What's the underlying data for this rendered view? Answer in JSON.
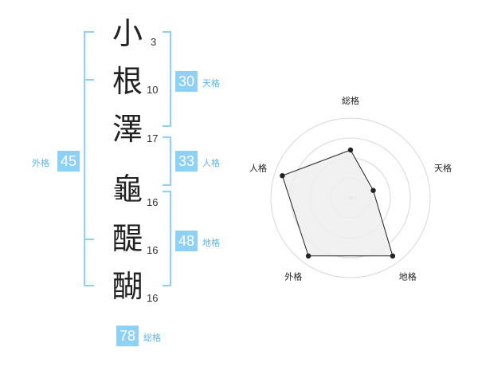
{
  "name": {
    "characters": [
      {
        "char": "小",
        "strokes": "3"
      },
      {
        "char": "根",
        "strokes": "10"
      },
      {
        "char": "澤",
        "strokes": "17"
      },
      {
        "char": "龜",
        "strokes": "16"
      },
      {
        "char": "醍",
        "strokes": "16"
      },
      {
        "char": "醐",
        "strokes": "16"
      }
    ]
  },
  "fortune": {
    "tenkaku": {
      "value": "30",
      "label": "天格"
    },
    "jinkaku": {
      "value": "33",
      "label": "人格"
    },
    "chikaku": {
      "value": "48",
      "label": "地格"
    },
    "gaikaku": {
      "value": "45",
      "label": "外格"
    },
    "soukaku": {
      "value": "78",
      "label": "総格"
    }
  },
  "chart_data": {
    "type": "radar",
    "axes": [
      "総格",
      "天格",
      "地格",
      "外格",
      "人格"
    ],
    "values": [
      0.6,
      0.3,
      0.9,
      0.9,
      0.9
    ],
    "ring_count": 4,
    "colors": {
      "fill": "#efefef",
      "stroke": "#222222",
      "ring": "#d8d8d8",
      "accent": "#8fd0f5"
    }
  }
}
